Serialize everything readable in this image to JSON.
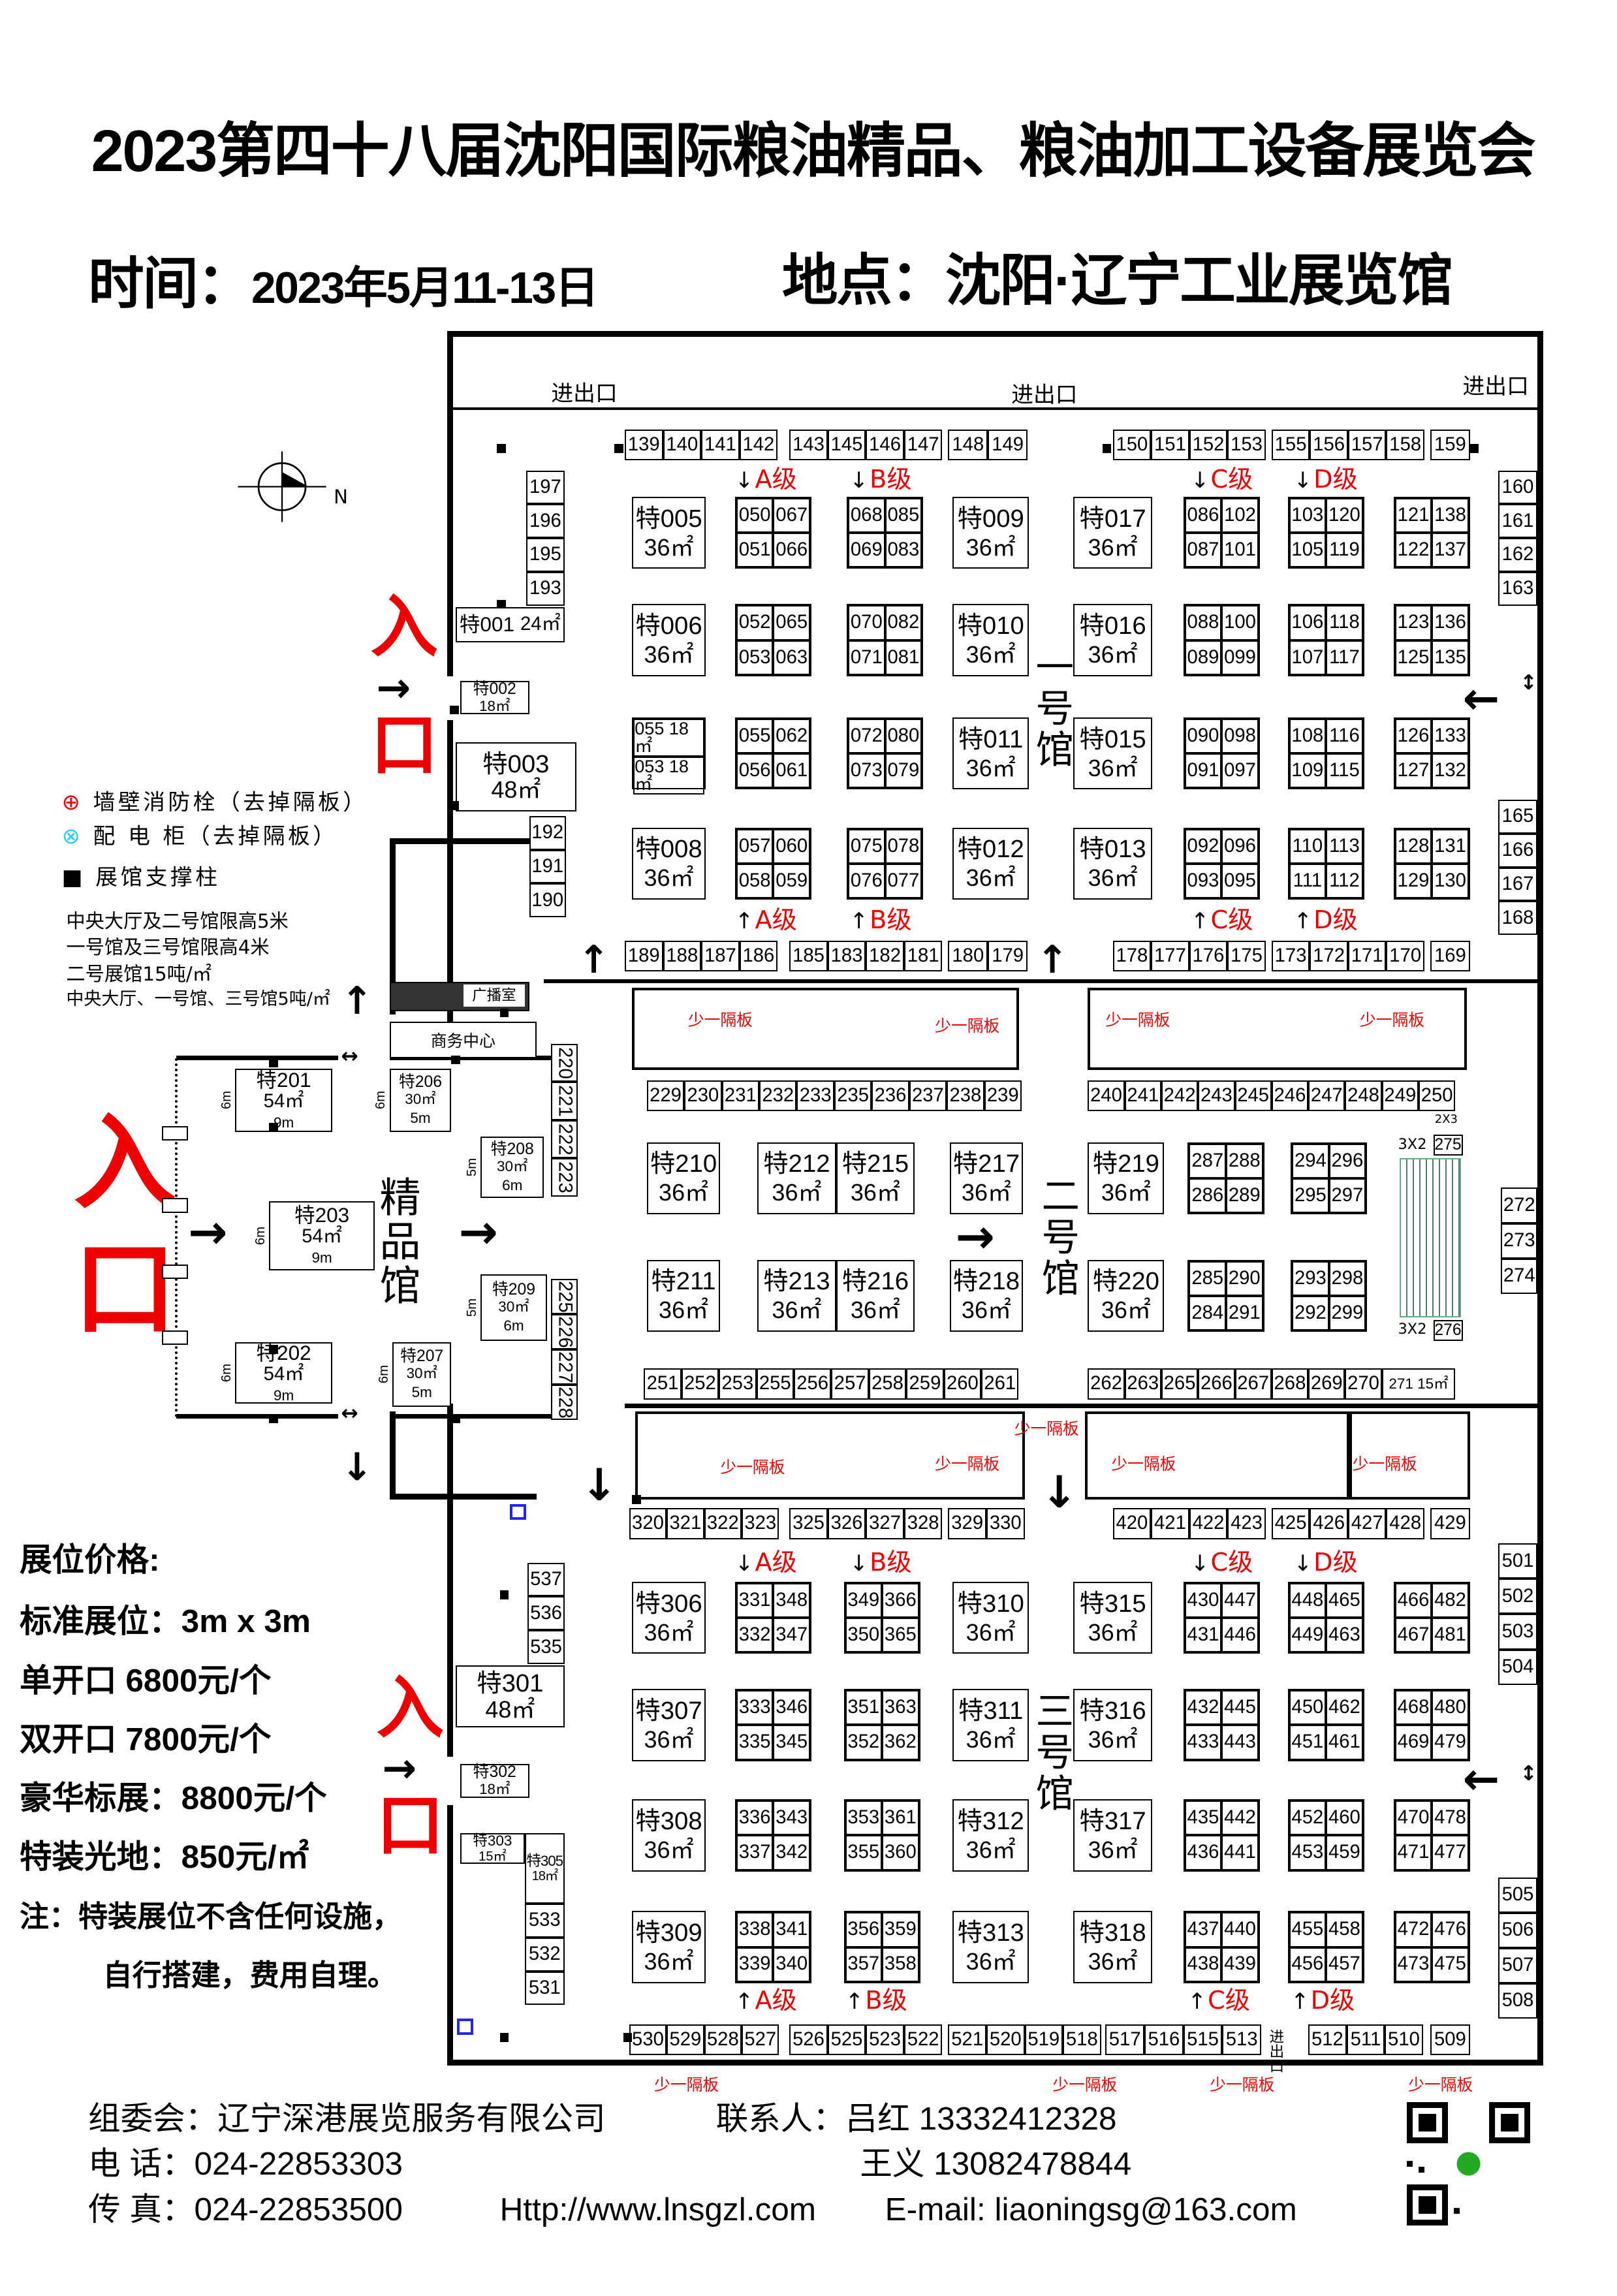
{
  "header": {
    "title": "2023第四十八届沈阳国际粮油精品、粮油加工设备展览会",
    "time_label": "时间：",
    "time_value": "2023年5月11-13日",
    "place_label": "地点：",
    "place_value": "沈阳·辽宁工业展览馆"
  },
  "labels": {
    "exit": "进出口",
    "entrance_top": "入",
    "entrance_bottom": "口",
    "partition": "少一隔板",
    "compass_n": "N",
    "hall1": "一号馆",
    "hall2": "二号馆",
    "hall3": "三号馆",
    "boutique": "精品馆",
    "broadcast": "广播室",
    "business": "商务中心",
    "grade_a": "A级",
    "grade_b": "B级",
    "grade_c": "C级",
    "grade_d": "D级",
    "size_3x2": "3X2",
    "size_2x3": "2X3"
  },
  "legend": {
    "hydrant": "墙壁消防栓（去掉隔板）",
    "power": "配 电 柜（去掉隔板）",
    "pillar": "展馆支撑柱",
    "notes": [
      "中央大厅及二号馆限高5米",
      "一号馆及三号馆限高4米",
      "二号展馆15吨/㎡",
      "中央大厅、一号馆、三号馆5吨/㎡"
    ]
  },
  "colors": {
    "entrance": "#ee0000",
    "grade": "#ee0000",
    "power": "#33ccee",
    "column": "#000000"
  },
  "rows": {
    "h1_top_a": [
      "139",
      "140",
      "141",
      "142"
    ],
    "h1_top_b": [
      "143",
      "145",
      "146",
      "147"
    ],
    "h1_top_c": [
      "148",
      "149"
    ],
    "h1_top_d": [
      "150",
      "151",
      "152",
      "153"
    ],
    "h1_top_e": [
      "155",
      "156",
      "157",
      "158"
    ],
    "h1_top_f": [
      "159"
    ],
    "h1_bot_a": [
      "189",
      "188",
      "187",
      "186"
    ],
    "h1_bot_b": [
      "185",
      "183",
      "182",
      "181"
    ],
    "h1_bot_c": [
      "180",
      "179"
    ],
    "h1_bot_d": [
      "178",
      "177",
      "176",
      "175"
    ],
    "h1_bot_e": [
      "173",
      "172",
      "171",
      "170"
    ],
    "h1_bot_f": [
      "169"
    ],
    "h2_top_a": [
      "229",
      "230",
      "231",
      "232",
      "233",
      "235",
      "236",
      "237",
      "238",
      "239"
    ],
    "h2_top_b": [
      "240",
      "241",
      "242",
      "243",
      "245",
      "246",
      "247",
      "248",
      "249",
      "250"
    ],
    "h2_bot_a": [
      "251",
      "252",
      "253",
      "255",
      "256",
      "257",
      "258",
      "259",
      "260",
      "261"
    ],
    "h2_bot_b": [
      "262",
      "263",
      "265",
      "266",
      "267",
      "268",
      "269",
      "270",
      "271 15㎡"
    ],
    "h3_top_a": [
      "320",
      "321",
      "322",
      "323"
    ],
    "h3_top_b": [
      "325",
      "326",
      "327",
      "328"
    ],
    "h3_top_c": [
      "329",
      "330"
    ],
    "h3_top_d": [
      "420",
      "421",
      "422",
      "423"
    ],
    "h3_top_e": [
      "425",
      "426",
      "427",
      "428"
    ],
    "h3_top_f": [
      "429"
    ],
    "h3_bot_a": [
      "530",
      "529",
      "528",
      "527"
    ],
    "h3_bot_b": [
      "526",
      "525",
      "523",
      "522"
    ],
    "h3_bot_c": [
      "521",
      "520",
      "519",
      "518"
    ],
    "h3_bot_d": [
      "517",
      "516",
      "515",
      "513"
    ],
    "h3_bot_e": [
      "512",
      "511",
      "510"
    ],
    "h3_bot_f": [
      "509"
    ],
    "l1a": [
      "197",
      "196",
      "195",
      "193"
    ],
    "l1b": [
      "192",
      "191",
      "190"
    ],
    "r1a": [
      "160",
      "161",
      "162",
      "163"
    ],
    "r1b": [
      "165",
      "166",
      "167",
      "168"
    ],
    "c220": [
      "220",
      "221",
      "222",
      "223"
    ],
    "c225": [
      "225",
      "226",
      "227",
      "228"
    ],
    "r2": [
      "272",
      "273",
      "274"
    ],
    "r2x": [
      "275",
      "276"
    ],
    "r3a": [
      "501",
      "502",
      "503",
      "504"
    ],
    "r3b": [
      "505",
      "506",
      "507",
      "508"
    ],
    "l3a": [
      "537",
      "536",
      "535"
    ],
    "l3b": [
      "533",
      "532",
      "531"
    ]
  },
  "h1_grid": [
    [
      {
        "id": "特005",
        "area": "36㎡"
      },
      {
        "pair": [
          "050",
          "067",
          "051",
          "066"
        ]
      },
      {
        "pair": [
          "068",
          "085",
          "069",
          "083"
        ]
      },
      {
        "id": "特009",
        "area": "36㎡"
      },
      {
        "id": "特017",
        "area": "36㎡"
      },
      {
        "pair": [
          "086",
          "102",
          "087",
          "101"
        ]
      },
      {
        "pair": [
          "103",
          "120",
          "105",
          "119"
        ]
      },
      {
        "pair": [
          "121",
          "138",
          "122",
          "137"
        ]
      }
    ],
    [
      {
        "id": "特006",
        "area": "36㎡"
      },
      {
        "pair": [
          "052",
          "065",
          "053",
          "063"
        ]
      },
      {
        "pair": [
          "070",
          "082",
          "071",
          "081"
        ]
      },
      {
        "id": "特010",
        "area": "36㎡"
      },
      {
        "id": "特016",
        "area": "36㎡"
      },
      {
        "pair": [
          "088",
          "100",
          "089",
          "099"
        ]
      },
      {
        "pair": [
          "106",
          "118",
          "107",
          "117"
        ]
      },
      {
        "pair": [
          "123",
          "136",
          "125",
          "135"
        ]
      }
    ],
    [
      {
        "stack": [
          "055 18㎡",
          "053 18㎡"
        ]
      },
      {
        "pair": [
          "055",
          "062",
          "056",
          "061"
        ]
      },
      {
        "pair": [
          "072",
          "080",
          "073",
          "079"
        ]
      },
      {
        "id": "特011",
        "area": "36㎡"
      },
      {
        "id": "特015",
        "area": "36㎡"
      },
      {
        "pair": [
          "090",
          "098",
          "091",
          "097"
        ]
      },
      {
        "pair": [
          "108",
          "116",
          "109",
          "115"
        ]
      },
      {
        "pair": [
          "126",
          "133",
          "127",
          "132"
        ]
      }
    ],
    [
      {
        "id": "特008",
        "area": "36㎡"
      },
      {
        "pair": [
          "057",
          "060",
          "058",
          "059"
        ]
      },
      {
        "pair": [
          "075",
          "078",
          "076",
          "077"
        ]
      },
      {
        "id": "特012",
        "area": "36㎡"
      },
      {
        "id": "特013",
        "area": "36㎡"
      },
      {
        "pair": [
          "092",
          "096",
          "093",
          "095"
        ]
      },
      {
        "pair": [
          "110",
          "113",
          "111",
          "112"
        ]
      },
      {
        "pair": [
          "128",
          "131",
          "129",
          "130"
        ]
      }
    ]
  ],
  "h2_grid": [
    [
      {
        "id": "特210",
        "area": "36㎡"
      },
      {
        "id": "特212",
        "area": "36㎡"
      },
      {
        "id": "特215",
        "area": "36㎡"
      },
      {
        "id": "特217",
        "area": "36㎡"
      },
      {
        "id": "特219",
        "area": "36㎡"
      },
      {
        "pair": [
          "287",
          "288",
          "286",
          "289"
        ]
      },
      {
        "pair": [
          "294",
          "296",
          "295",
          "297"
        ]
      }
    ],
    [
      {
        "id": "特211",
        "area": "36㎡"
      },
      {
        "id": "特213",
        "area": "36㎡"
      },
      {
        "id": "特216",
        "area": "36㎡"
      },
      {
        "id": "特218",
        "area": "36㎡"
      },
      {
        "id": "特220",
        "area": "36㎡"
      },
      {
        "pair": [
          "285",
          "290",
          "284",
          "291"
        ]
      },
      {
        "pair": [
          "293",
          "298",
          "292",
          "299"
        ]
      }
    ]
  ],
  "h3_grid": [
    [
      {
        "id": "特306",
        "area": "36㎡"
      },
      {
        "pair": [
          "331",
          "348",
          "332",
          "347"
        ]
      },
      {
        "pair": [
          "349",
          "366",
          "350",
          "365"
        ]
      },
      {
        "id": "特310",
        "area": "36㎡"
      },
      {
        "id": "特315",
        "area": "36㎡"
      },
      {
        "pair": [
          "430",
          "447",
          "431",
          "446"
        ]
      },
      {
        "pair": [
          "448",
          "465",
          "449",
          "463"
        ]
      },
      {
        "pair": [
          "466",
          "482",
          "467",
          "481"
        ]
      }
    ],
    [
      {
        "id": "特307",
        "area": "36㎡"
      },
      {
        "pair": [
          "333",
          "346",
          "335",
          "345"
        ]
      },
      {
        "pair": [
          "351",
          "363",
          "352",
          "362"
        ]
      },
      {
        "id": "特311",
        "area": "36㎡"
      },
      {
        "id": "特316",
        "area": "36㎡"
      },
      {
        "pair": [
          "432",
          "445",
          "433",
          "443"
        ]
      },
      {
        "pair": [
          "450",
          "462",
          "451",
          "461"
        ]
      },
      {
        "pair": [
          "468",
          "480",
          "469",
          "479"
        ]
      }
    ],
    [
      {
        "id": "特308",
        "area": "36㎡"
      },
      {
        "pair": [
          "336",
          "343",
          "337",
          "342"
        ]
      },
      {
        "pair": [
          "353",
          "361",
          "355",
          "360"
        ]
      },
      {
        "id": "特312",
        "area": "36㎡"
      },
      {
        "id": "特317",
        "area": "36㎡"
      },
      {
        "pair": [
          "435",
          "442",
          "436",
          "441"
        ]
      },
      {
        "pair": [
          "452",
          "460",
          "453",
          "459"
        ]
      },
      {
        "pair": [
          "470",
          "478",
          "471",
          "477"
        ]
      }
    ],
    [
      {
        "id": "特309",
        "area": "36㎡"
      },
      {
        "pair": [
          "338",
          "341",
          "339",
          "340"
        ]
      },
      {
        "pair": [
          "356",
          "359",
          "357",
          "358"
        ]
      },
      {
        "id": "特313",
        "area": "36㎡"
      },
      {
        "id": "特318",
        "area": "36㎡"
      },
      {
        "pair": [
          "437",
          "440",
          "438",
          "439"
        ]
      },
      {
        "pair": [
          "455",
          "458",
          "456",
          "457"
        ]
      },
      {
        "pair": [
          "472",
          "476",
          "473",
          "475"
        ]
      }
    ]
  ],
  "specials": {
    "t001": {
      "id": "特001",
      "area": "24㎡"
    },
    "t002": {
      "id": "特002",
      "area": "18㎡"
    },
    "t003": {
      "id": "特003",
      "area": "48㎡"
    },
    "t201": {
      "id": "特201",
      "area": "54㎡",
      "w": "9m",
      "h": "6m"
    },
    "t202": {
      "id": "特202",
      "area": "54㎡",
      "w": "9m",
      "h": "6m"
    },
    "t203": {
      "id": "特203",
      "area": "54㎡",
      "w": "9m",
      "h": "6m"
    },
    "t206": {
      "id": "特206",
      "area": "30㎡",
      "w": "5m",
      "h": "6m"
    },
    "t207": {
      "id": "特207",
      "area": "30㎡",
      "w": "5m",
      "h": "6m"
    },
    "t208": {
      "id": "特208",
      "area": "30㎡",
      "w": "6m",
      "h": "5m"
    },
    "t209": {
      "id": "特209",
      "area": "30㎡",
      "w": "6m",
      "h": "5m"
    },
    "t301": {
      "id": "特301",
      "area": "48㎡"
    },
    "t302": {
      "id": "特302",
      "area": "18㎡"
    },
    "t303": {
      "id": "特303",
      "area": "15㎡"
    },
    "t305": {
      "id": "特305",
      "area": "18㎡"
    }
  },
  "pricing": {
    "heading": "展位价格:",
    "lines": [
      "标准展位：3m x 3m",
      "单开口  6800元/个",
      "双开口  7800元/个",
      "豪华标展：8800元/个",
      "特装光地：850元/㎡",
      "注：特装展位不含任何设施，",
      "自行搭建，费用自理。"
    ]
  },
  "footer": {
    "organizer": "组委会：辽宁深港展览服务有限公司",
    "contact1": "联系人：吕红  13332412328",
    "phone": "电    话：024-22853303",
    "contact2": "王义  13082478844",
    "fax": "传    真：024-22853500",
    "website": "Http://www.lnsgzl.com",
    "email": "E-mail: liaoningsg@163.com"
  }
}
